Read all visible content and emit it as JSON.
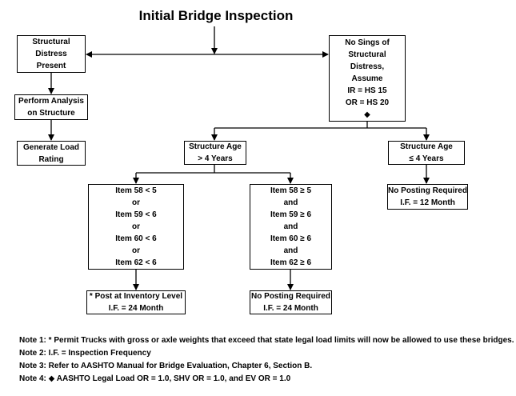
{
  "title": "Initial Bridge Inspection",
  "nodes": {
    "distress": [
      "Structural",
      "Distress",
      "Present"
    ],
    "no_signs": [
      "No Sings of",
      "Structural",
      "Distress,",
      "Assume",
      "IR = HS 15",
      "OR = HS 20",
      "◆"
    ],
    "analysis": [
      "Perform Analysis",
      "on Structure"
    ],
    "load_rating": [
      "Generate Load",
      "Rating"
    ],
    "age_gt4": [
      "Structure Age",
      "> 4 Years"
    ],
    "age_le4": [
      "Structure Age",
      "≤ 4 Years"
    ],
    "items_lt": [
      "Item 58 < 5",
      "or",
      "Item 59 < 6",
      "or",
      "Item 60 < 6",
      "or",
      "Item 62 < 6"
    ],
    "items_ge": [
      "Item 58 ≥ 5",
      "and",
      "Item 59 ≥ 6",
      "and",
      "Item 60 ≥ 6",
      "and",
      "Item 62 ≥ 6"
    ],
    "no_posting_12": [
      "No Posting Required",
      "I.F. = 12 Month"
    ],
    "post_inventory": [
      "* Post at Inventory Level",
      "I.F. = 24 Month"
    ],
    "no_posting_24": [
      "No Posting Required",
      "I.F. = 24 Month"
    ]
  },
  "notes": [
    "Note 1: * Permit Trucks with gross or axle weights that exceed that state legal load limits will now be allowed to use these bridges.",
    "Note 2: I.F. = Inspection Frequency",
    "Note 3: Refer to AASHTO Manual for Bridge Evaluation, Chapter 6, Section B.",
    "Note 4: ◆ AASHTO Legal Load OR = 1.0, SHV OR = 1.0, and EV OR = 1.0"
  ]
}
